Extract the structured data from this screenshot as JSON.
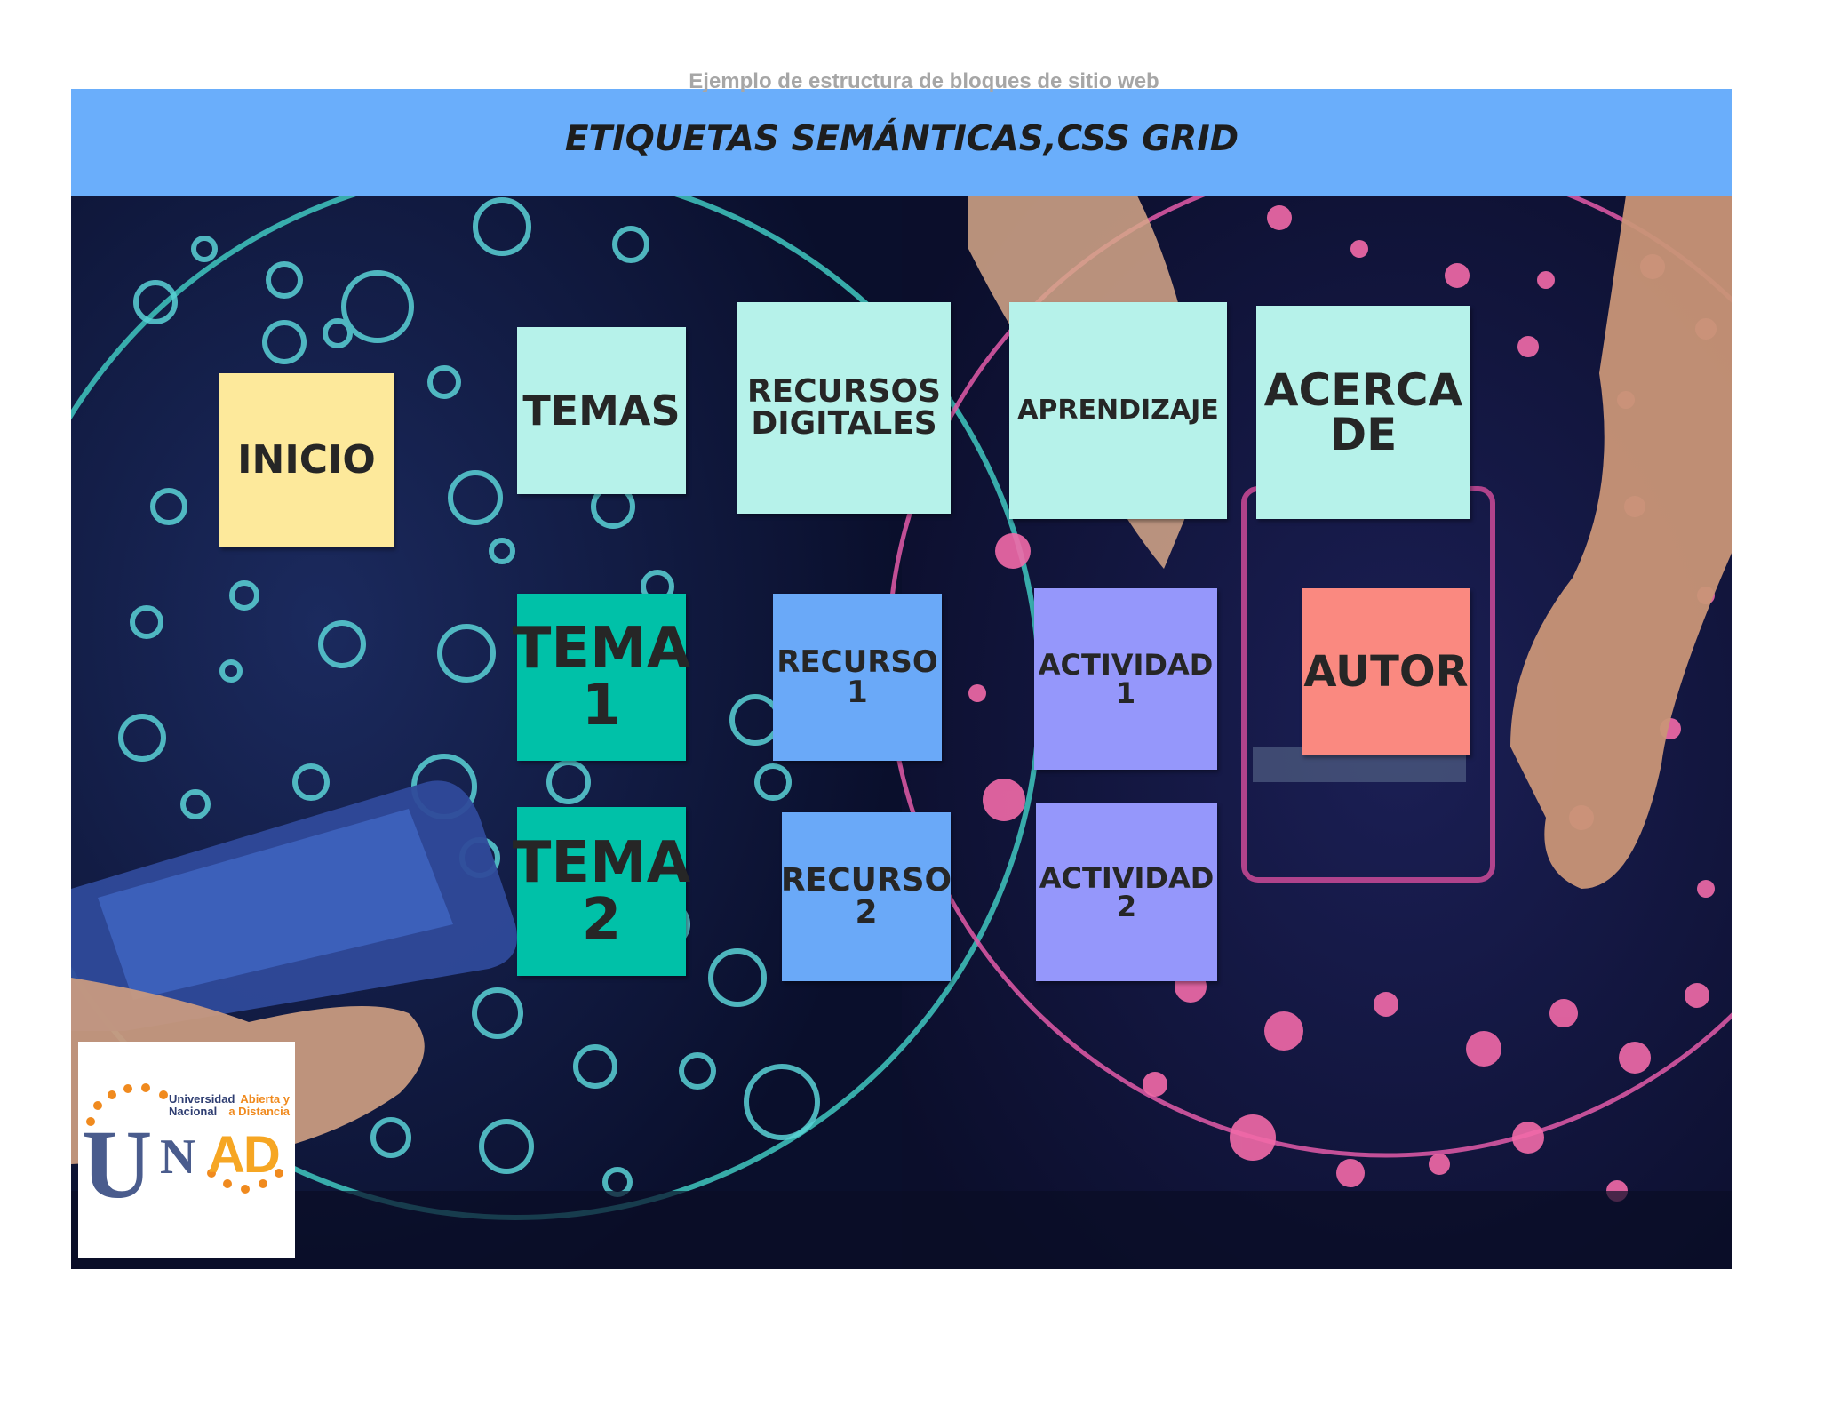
{
  "caption": "Ejemplo de estructura de bloques de sitio web",
  "header": {
    "title": "ETIQUETAS SEMÁNTICAS,CSS GRID"
  },
  "blocks": {
    "inicio": "INICIO",
    "temas": "TEMAS",
    "recursos": "RECURSOS\nDIGITALES",
    "aprendizaje": "APRENDIZAJE",
    "acerca": "ACERCA\nDE",
    "tema1": "TEMA\n1",
    "recurso1": "RECURSO\n1",
    "actividad1": "ACTIVIDAD\n1",
    "autor": "AUTOR",
    "tema2": "TEMA\n2",
    "recurso2": "RECURSO\n2",
    "actividad2": "ACTIVIDAD\n2"
  },
  "logo": {
    "line1_left": "Universidad",
    "line2_left": "Nacional",
    "line1_right": "Abierta y",
    "line2_right": "a Distancia",
    "u": "U",
    "n": "N",
    "ad": "AD"
  },
  "colors": {
    "header": "#6aaefb",
    "yellow": "#fde99b",
    "mint": "#b6f2ea",
    "teal": "#00c1a8",
    "blue": "#6aa9f8",
    "purple": "#9597fb",
    "salmon": "#fa8980"
  }
}
